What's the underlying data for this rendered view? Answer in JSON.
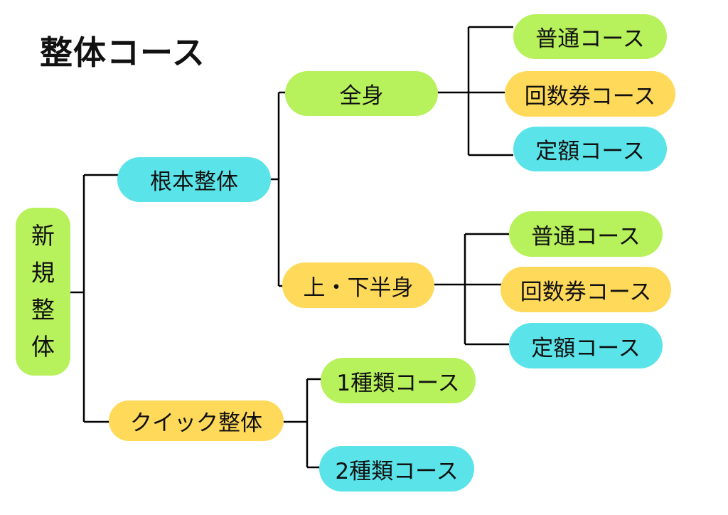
{
  "title": "整体コース",
  "root": {
    "label_chars": [
      "新",
      "規",
      "整",
      "体"
    ],
    "color": "#b7f15b"
  },
  "branches": {
    "konpon": {
      "label": "根本整体",
      "zenshin": {
        "label": "全身",
        "courses": [
          "普通コース",
          "回数券コース",
          "定額コース"
        ]
      },
      "joge": {
        "label": "上・下半身",
        "courses": [
          "普通コース",
          "回数券コース",
          "定額コース"
        ]
      }
    },
    "quick": {
      "label": "クイック整体",
      "courses": [
        "1種類コース",
        "2種類コース"
      ]
    }
  },
  "colors": {
    "green": "#b7f15b",
    "yellow": "#ffd95a",
    "cyan": "#5ae3e8",
    "line": "#000000"
  }
}
